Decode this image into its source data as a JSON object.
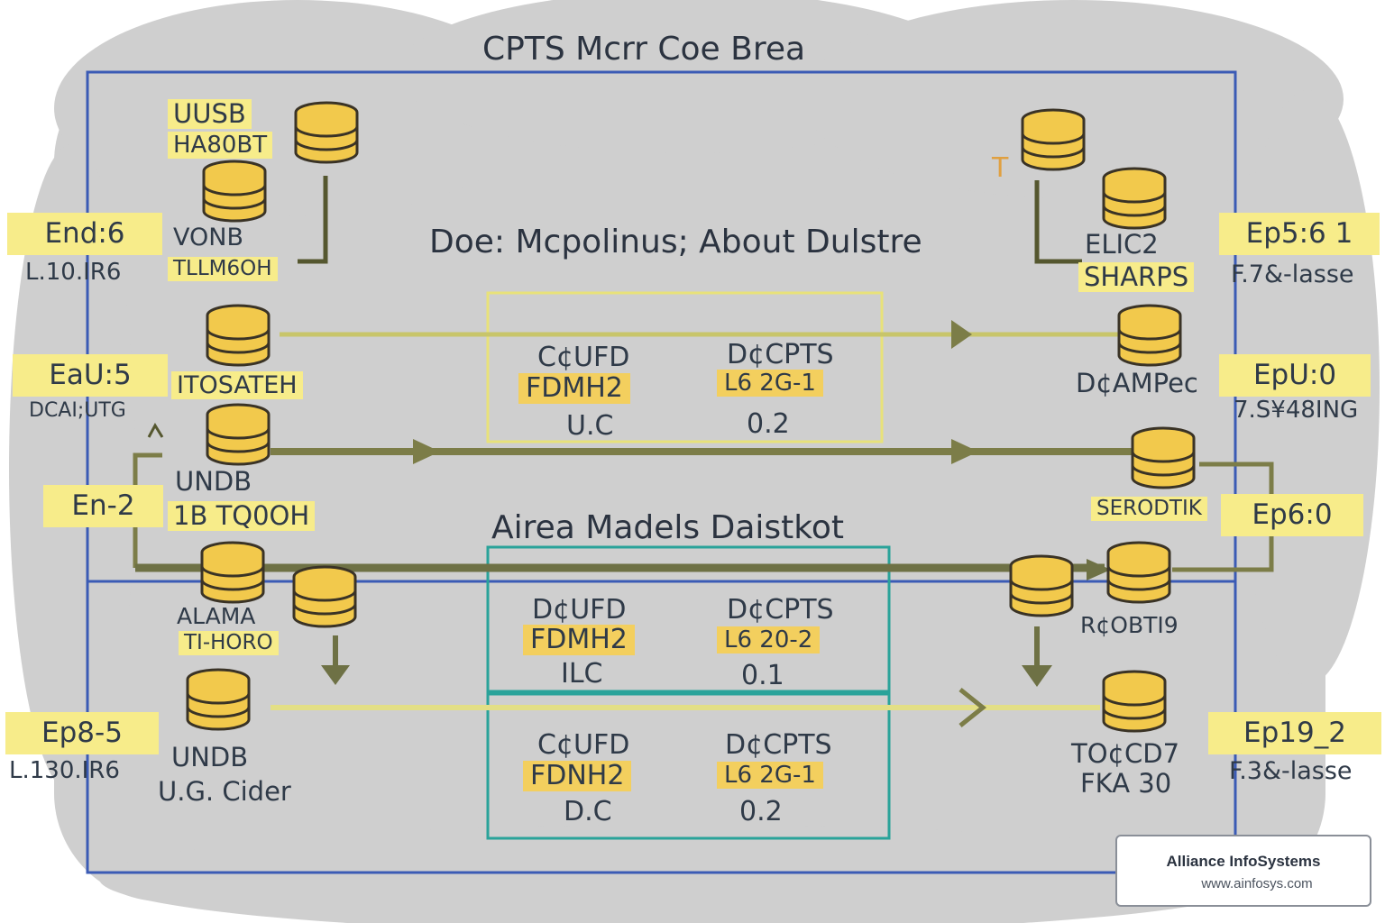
{
  "colors": {
    "cloud": "#cfcfcf",
    "highlight": "#f7ec8a",
    "highlight_strong": "#f3cf5e",
    "frame_blue": "#3b5bb5",
    "box_yellow": "#e8e27a",
    "box_teal": "#2aa39a",
    "line_olive": "#7c7d48",
    "line_yellow": "#d9d36a",
    "db_fill": "#f2c94c",
    "db_stroke": "#3a3326"
  },
  "title": "CPTS Mcrr Coe Brea",
  "section_top": "Doe: Mcpolinus; About Dulstre",
  "section_mid": "Airea Madels Daistkot",
  "left": {
    "ep1": {
      "label": "End:6",
      "sub": "L.10.IR6"
    },
    "ep2": {
      "label": "EaU:5",
      "sub": "DCAI;UTG"
    },
    "ep3": {
      "label": "En-2"
    },
    "ep4": {
      "label": "Ep8-5",
      "sub": "L.130.IR6"
    },
    "n_usb": {
      "line1": "UUSB",
      "line2": "HA80BT"
    },
    "n_vonb": {
      "line1": "VONB",
      "line2": "TLLM6OH"
    },
    "n_ito": "ITOSATEH",
    "n_undb1": {
      "line1": "UNDB",
      "line2": "1B TQ0OH"
    },
    "n_alama": {
      "line1": "ALAMA",
      "line2": "TI-HORO"
    },
    "n_undb2": {
      "line1": "UNDB",
      "line2": "U.G. Cider"
    }
  },
  "right": {
    "ep1": {
      "label": "Ep5:6 1",
      "sub": "F.7&-lasse"
    },
    "ep2": {
      "label": "EpU:0",
      "sub": "7.S¥48ING"
    },
    "ep3": {
      "label": "Ep6:0"
    },
    "ep4": {
      "label": "Ep19_2",
      "sub": "F.3&-lasse"
    },
    "n_elic": {
      "line1": "ELIC2",
      "line2": "SHARPS"
    },
    "n_tmark": "T",
    "n_damp": "D¢AMPec",
    "n_serod": "SERODTIK",
    "n_ranob": "R¢OBTI9",
    "n_tocd": {
      "line1": "TO¢CD7",
      "line2": "FKA 30"
    }
  },
  "box1": {
    "c1": {
      "r1": "C¢UFD",
      "r2": "FDMH2",
      "r3": "U.C"
    },
    "c2": {
      "r1": "D¢CPTS",
      "r2": "L6 2G-1",
      "r3": "0.2"
    }
  },
  "box2": {
    "c1": {
      "r1": "D¢UFD",
      "r2": "FDMH2",
      "r3": "ILC"
    },
    "c2": {
      "r1": "D¢CPTS",
      "r2": "L6 20-2",
      "r3": "0.1"
    }
  },
  "box3": {
    "c1": {
      "r1": "C¢UFD",
      "r2": "FDNH2",
      "r3": "D.C"
    },
    "c2": {
      "r1": "D¢CPTS",
      "r2": "L6 2G-1",
      "r3": "0.2"
    }
  },
  "brand": {
    "name": "Alliance InfoSystems",
    "url": "www.ainfosys.com"
  }
}
